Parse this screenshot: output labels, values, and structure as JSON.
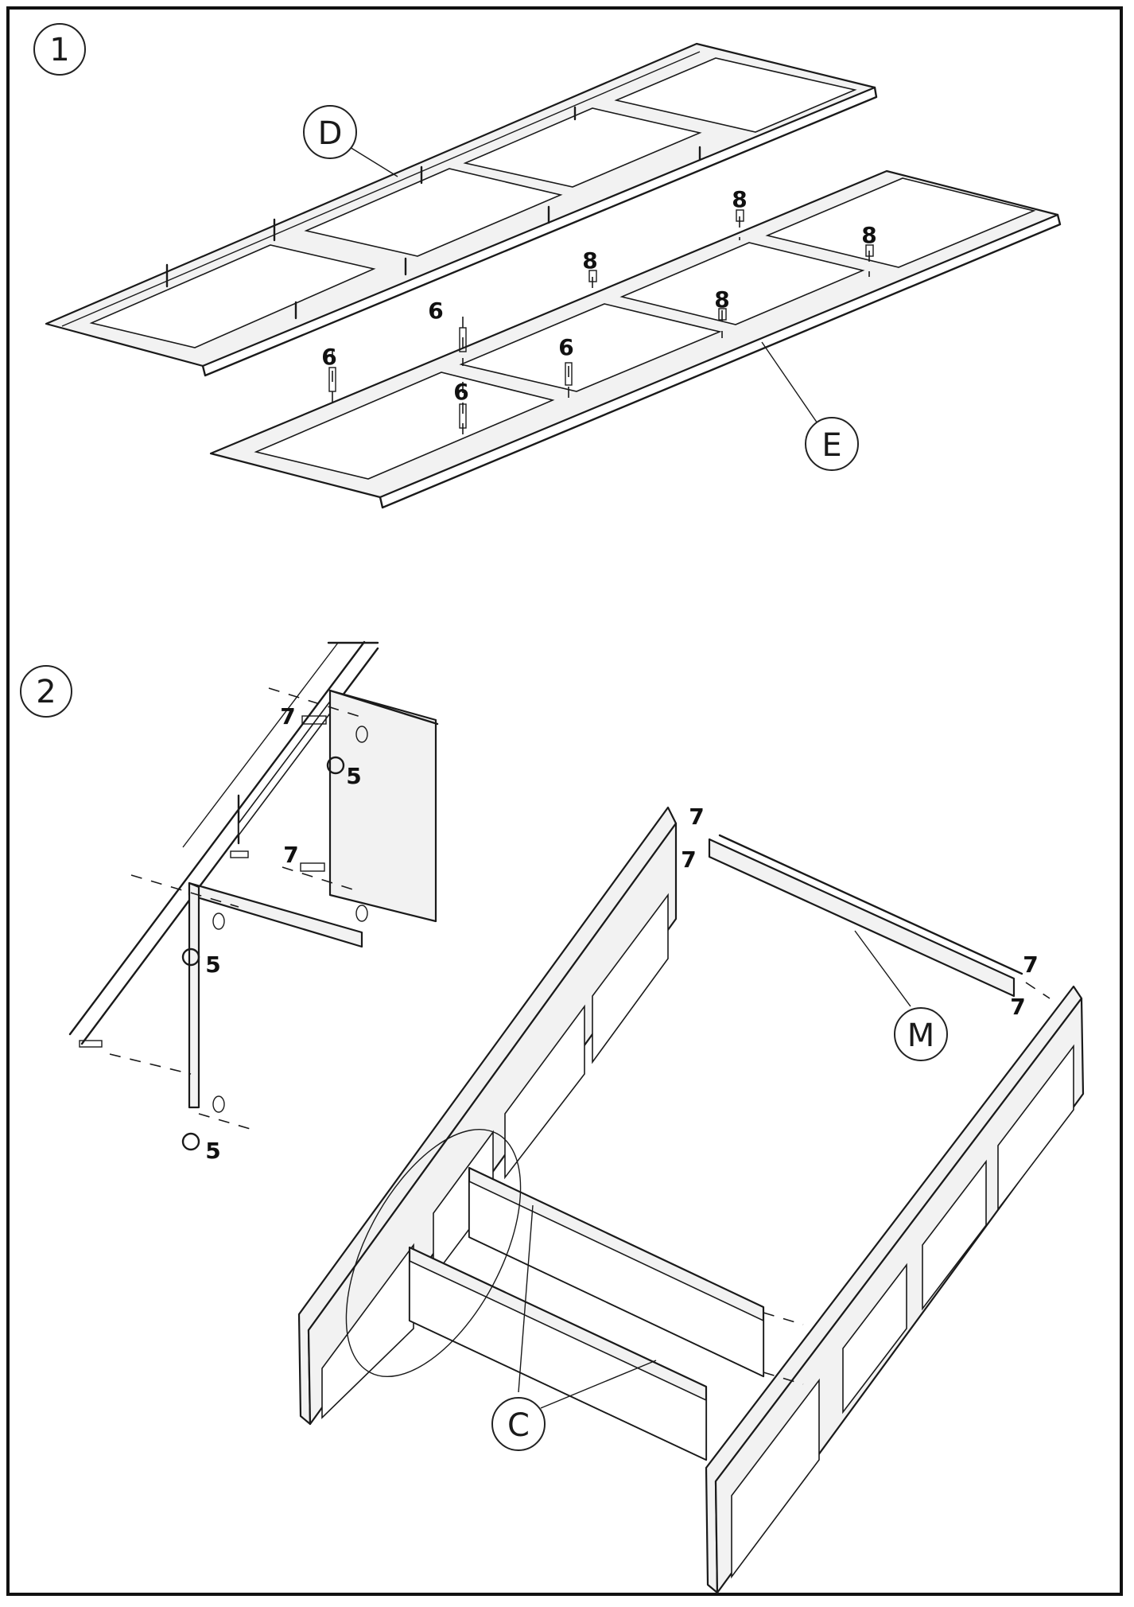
{
  "steps": [
    {
      "number": "1"
    },
    {
      "number": "2"
    }
  ],
  "parts": {
    "D": "D",
    "E": "E",
    "M": "M",
    "C": "C"
  },
  "hardware": {
    "h5": "5",
    "h6": "6",
    "h7": "7",
    "h8": "8"
  }
}
